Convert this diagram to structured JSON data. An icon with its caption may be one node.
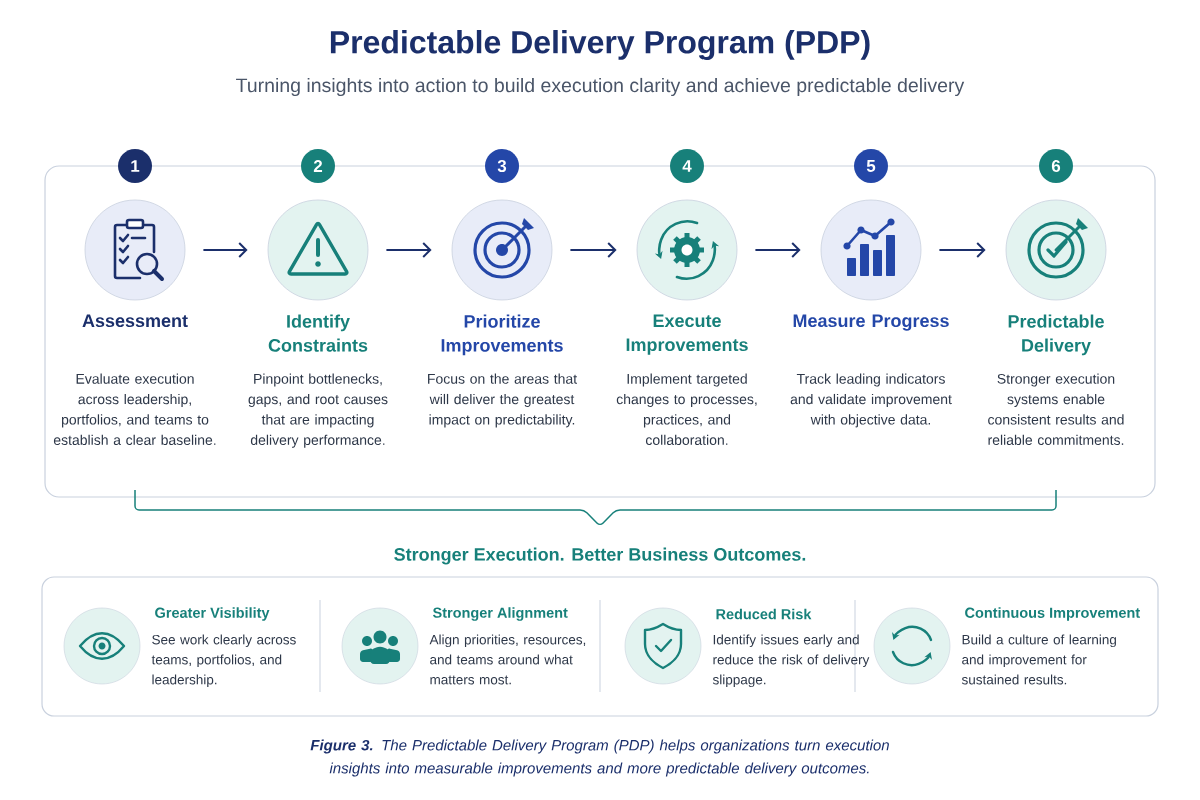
{
  "diagram": {
    "title": "Predictable Delivery Program (PDP)",
    "caption": "**Figure 3.** The Predictable Delivery Program (PDP) helps organizations turn execution insights into measurable improvements and more predictable delivery outcomes.",
    "nodes": [
      {
        "text": [
          "Assessment",
          "Evaluate execution across leadership, portfolios, and teams to establish a clear baseline."
        ],
        "beside": [
          "1"
        ]
      },
      {
        "text": [
          "Identify Constraints",
          "Pinpoint bottlenecks, gaps, and root causes that are impacting delivery performance."
        ],
        "beside": [
          "2"
        ]
      },
      {
        "text": [
          "Prioritize Improvements",
          "Focus on the areas that will deliver the greatest impact on predictability."
        ],
        "beside": [
          "3"
        ]
      },
      {
        "text": [
          "Execute Improvements",
          "Implement targeted changes to processes, practices, and collaboration."
        ],
        "beside": [
          "4"
        ]
      },
      {
        "text": [
          "Measure Progress",
          "Track leading indicators and validate improvement with objective data."
        ],
        "beside": [
          "5"
        ]
      },
      {
        "text": [
          "Predictable Delivery",
          "Stronger execution systems enable consistent results and reliable commitments."
        ],
        "beside": [
          "6"
        ]
      },
      {
        "text": [
          "Greater Visibility",
          "See work clearly across teams, portfolios, and leadership."
        ]
      },
      {
        "text": [
          "Stronger Alignment",
          "Align priorities, resources, and teams around what matters most."
        ]
      },
      {
        "text": [
          "Reduced Risk",
          "Identify issues early and reduce the risk of delivery slippage."
        ]
      },
      {
        "text": [
          "Continuous Improvement",
          "Build a culture of learning and improvement for sustained results."
        ]
      }
    ],
    "edges": [
      {
        "from": 0,
        "to": 1,
        "arrow": "to"
      },
      {
        "from": 1,
        "to": 2,
        "arrow": "to"
      },
      {
        "from": 2,
        "to": 3,
        "arrow": "to"
      },
      {
        "from": 3,
        "to": 4,
        "arrow": "to"
      },
      {
        "from": 4,
        "to": 5,
        "arrow": "to"
      }
    ],
    "labels": [
      "Turning insights into action to build execution clarity and achieve predictable delivery",
      "Stronger Execution. Better Business Outcomes."
    ]
  }
}
